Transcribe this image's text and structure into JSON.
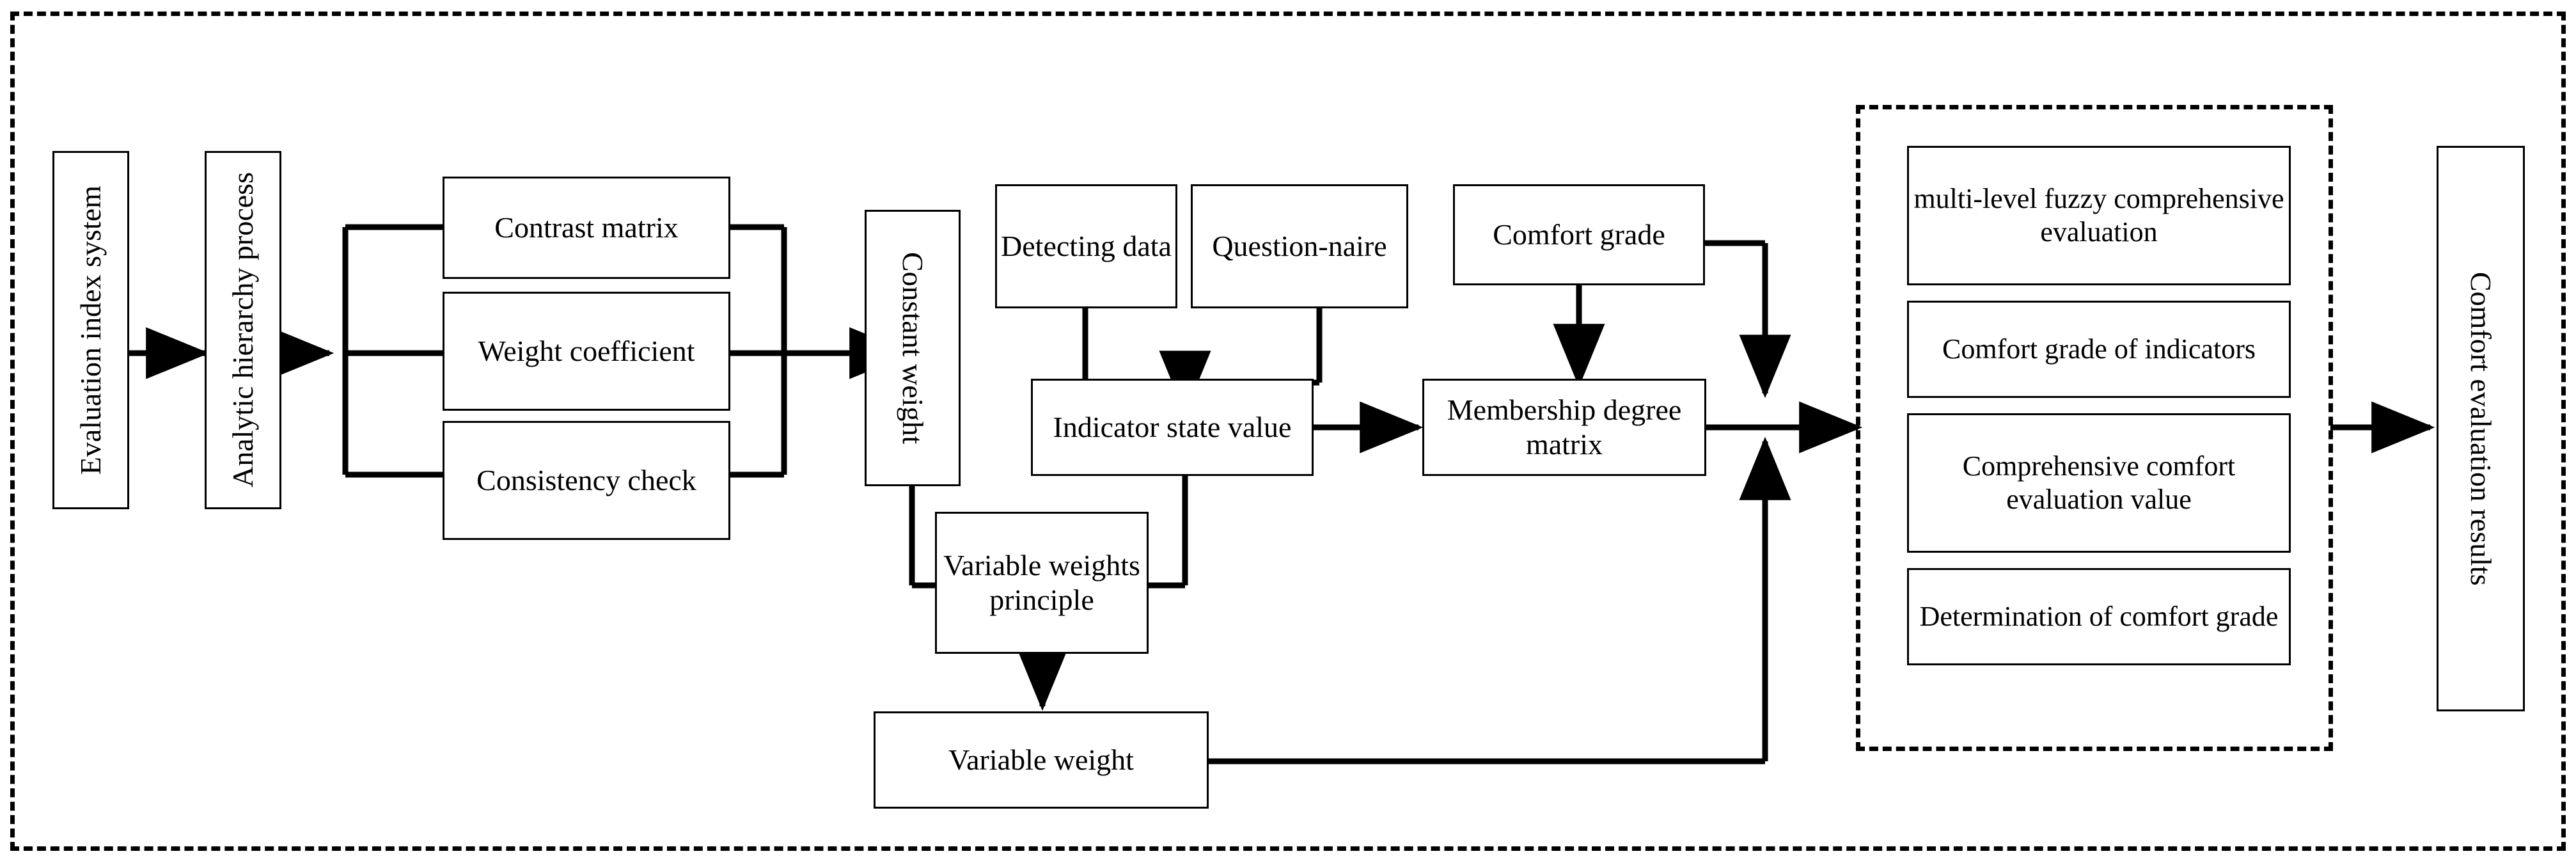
{
  "diagram": {
    "title": "Comfort evaluation flowchart",
    "colors": {
      "stroke": "#000000",
      "fill": "#ffffff",
      "background": "#ffffff"
    },
    "outer_frame": {
      "style": "dashed",
      "label": "outer-dashed-frame"
    },
    "inner_frame": {
      "style": "dashed",
      "label": "fuzzy-evaluation-group"
    },
    "nodes": {
      "evaluation_index_system": "Evaluation index system",
      "analytic_hierarchy_process": "Analytic hierarchy process",
      "contrast_matrix": "Contrast matrix",
      "weight_coefficient": "Weight coefficient",
      "consistency_check": "Consistency check",
      "constant_weight": "Constant weight",
      "detecting_data": "Detecting data",
      "questionnaire": "Question-naire",
      "comfort_grade": "Comfort grade",
      "indicator_state_value": "Indicator state value",
      "membership_degree_matrix": "Membership degree matrix",
      "variable_weights_principle": "Variable weights principle",
      "variable_weight": "Variable weight",
      "multi_level_fuzzy": "multi-level fuzzy comprehensive evaluation",
      "comfort_grade_of_indicators": "Comfort grade of indicators",
      "comprehensive_comfort_evaluation_value": "Comprehensive comfort evaluation value",
      "determination_of_comfort_grade": "Determination of comfort grade",
      "comfort_evaluation_results": "Comfort evaluation results"
    },
    "edges": [
      {
        "from": "evaluation_index_system",
        "to": "analytic_hierarchy_process",
        "arrow": true
      },
      {
        "from": "analytic_hierarchy_process",
        "to": "contrast_matrix",
        "arrow": true
      },
      {
        "from": "analytic_hierarchy_process",
        "to": "weight_coefficient",
        "arrow": true
      },
      {
        "from": "analytic_hierarchy_process",
        "to": "consistency_check",
        "arrow": true
      },
      {
        "from": "contrast_matrix",
        "to": "constant_weight",
        "arrow": true
      },
      {
        "from": "weight_coefficient",
        "to": "constant_weight",
        "arrow": true
      },
      {
        "from": "consistency_check",
        "to": "constant_weight",
        "arrow": true
      },
      {
        "from": "detecting_data",
        "to": "indicator_state_value",
        "arrow": true
      },
      {
        "from": "questionnaire",
        "to": "indicator_state_value",
        "arrow": true
      },
      {
        "from": "indicator_state_value",
        "to": "membership_degree_matrix",
        "arrow": true
      },
      {
        "from": "comfort_grade",
        "to": "membership_degree_matrix",
        "arrow": true
      },
      {
        "from": "constant_weight",
        "to": "variable_weights_principle",
        "arrow": false
      },
      {
        "from": "indicator_state_value",
        "to": "variable_weights_principle",
        "arrow": false
      },
      {
        "from": "variable_weights_principle",
        "to": "variable_weight",
        "arrow": true
      },
      {
        "from": "membership_degree_matrix",
        "to": "fuzzy_evaluation_group",
        "arrow": true
      },
      {
        "from": "comfort_grade",
        "to": "fuzzy_evaluation_group",
        "arrow": true
      },
      {
        "from": "variable_weight",
        "to": "fuzzy_evaluation_group",
        "arrow": true
      },
      {
        "from": "fuzzy_evaluation_group",
        "to": "comfort_evaluation_results",
        "arrow": true
      }
    ]
  }
}
